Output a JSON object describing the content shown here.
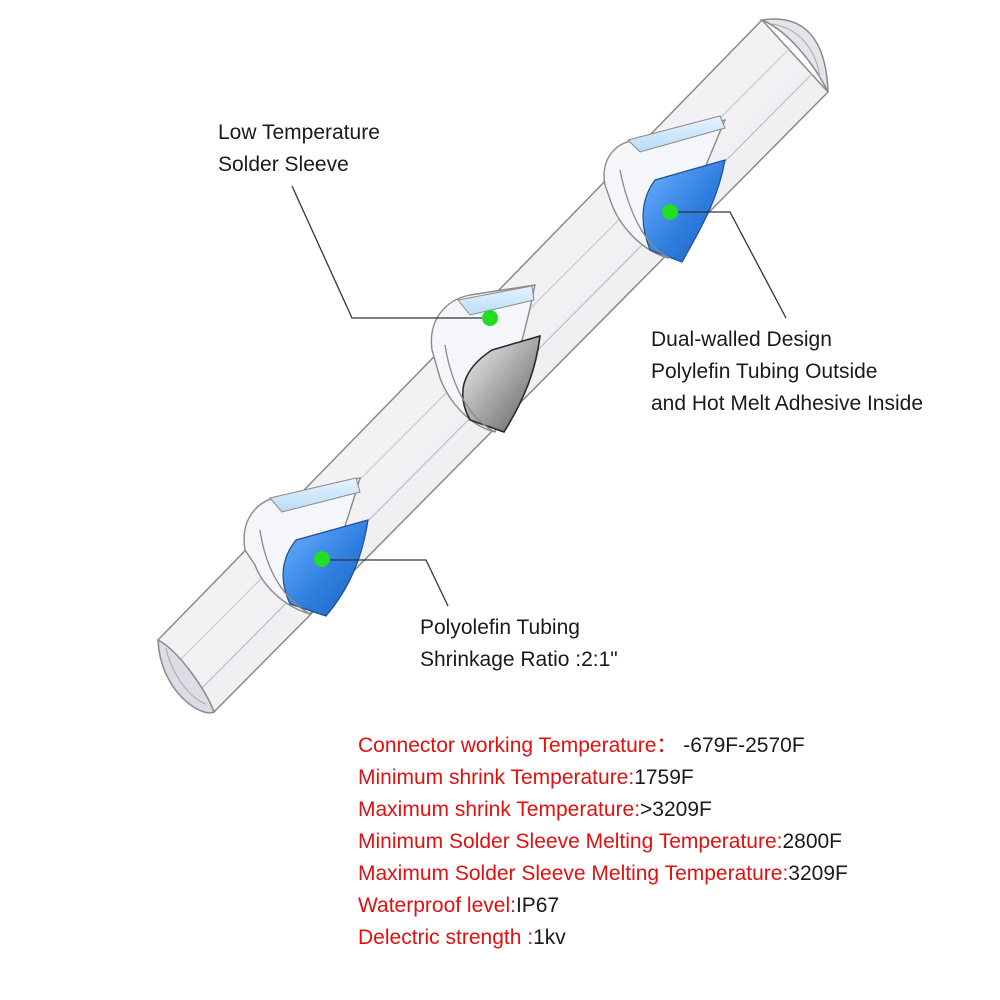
{
  "callouts": {
    "solder_sleeve": [
      "Low Temperature",
      "Solder Sleeve"
    ],
    "dual_wall": [
      "Dual-walled Design",
      "Polylefin Tubing Outside",
      "and Hot Melt Adhesive Inside"
    ],
    "polyolefin": [
      "Polyolefin Tubing",
      "Shrinkage Ratio :2:1\""
    ]
  },
  "specs": [
    {
      "label": "Connector working Temperature：",
      "value": " -679F-2570F"
    },
    {
      "label": "Minimum shrink Temperature:",
      "value": "1759F"
    },
    {
      "label": "Maximum shrink Temperature:",
      "value": ">3209F"
    },
    {
      "label": "Minimum Solder Sleeve Melting Temperature:",
      "value": "2800F"
    },
    {
      "label": "Maximum Solder Sleeve Melting Temperature:",
      "value": "3209F"
    },
    {
      "label": "Waterproof level:",
      "value": "IP67"
    },
    {
      "label": "Delectric strength :",
      "value": "1kv"
    }
  ],
  "colors": {
    "spec_label": "#e01010",
    "marker": "#22dd22",
    "adhesive_ring": "#2f86e8",
    "solder_band": "#9a9a9a",
    "tube_outline": "#8a8a8a"
  }
}
